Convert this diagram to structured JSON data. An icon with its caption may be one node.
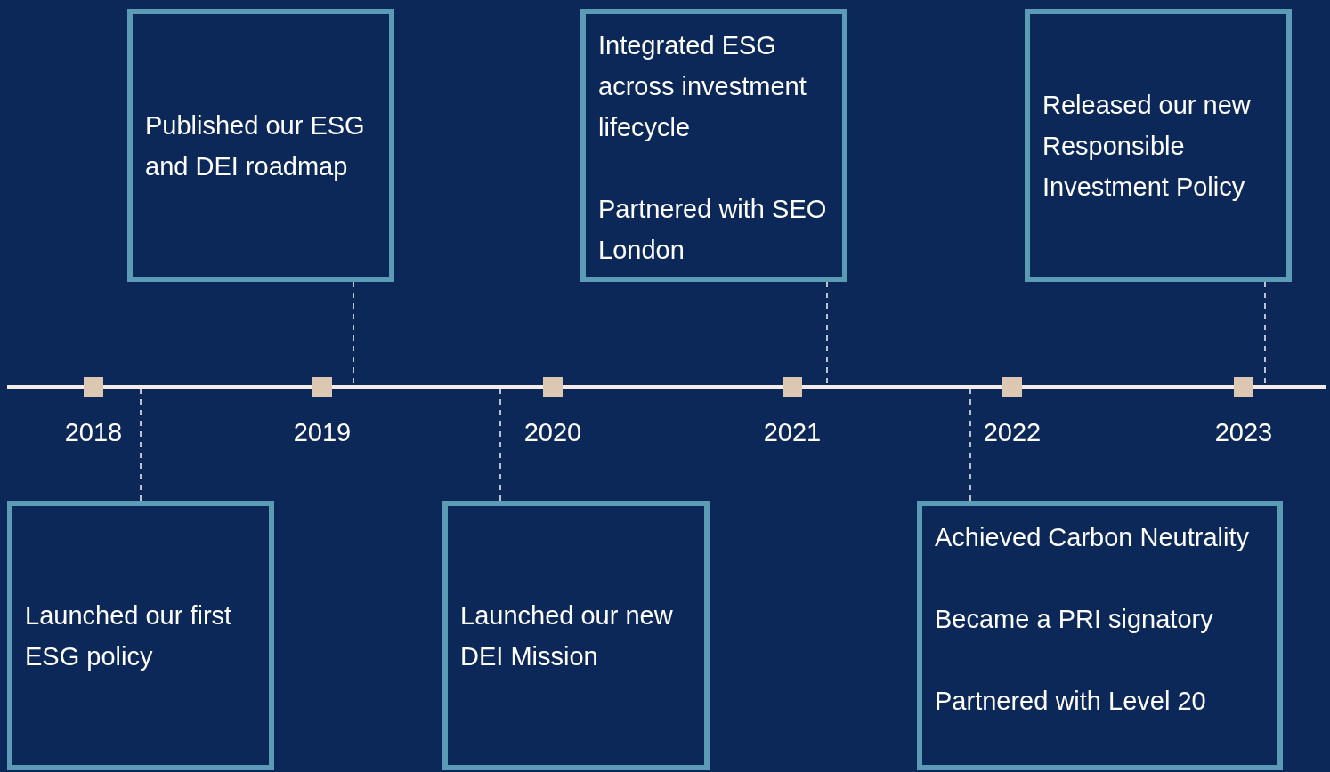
{
  "diagram": {
    "nodes": [
      {
        "text": [
          "Launched our first ESG policy"
        ]
      },
      {
        "text": [
          "Published our ESG and DEI roadmap"
        ]
      },
      {
        "text": [
          "Launched our new DEI Mission"
        ]
      },
      {
        "text": [
          "Integrated ESG across investment lifecycle",
          "Partnered with SEO London"
        ]
      },
      {
        "text": [
          "Achieved Carbon Neutrality",
          "Became a PRI signatory",
          "Partnered with Level 20"
        ]
      },
      {
        "text": [
          "Released our new Responsible Investment Policy"
        ]
      }
    ],
    "edges": [
      {
        "from": 0,
        "to": null,
        "arrow": "none",
        "style": "dashed"
      },
      {
        "from": 1,
        "to": null,
        "arrow": "none",
        "style": "dashed"
      },
      {
        "from": 2,
        "to": null,
        "arrow": "none",
        "style": "dashed"
      },
      {
        "from": 3,
        "to": null,
        "arrow": "none",
        "style": "dashed"
      },
      {
        "from": 4,
        "to": null,
        "arrow": "none",
        "style": "dashed"
      },
      {
        "from": 5,
        "to": null,
        "arrow": "none",
        "style": "dashed"
      }
    ],
    "labels": [
      "2018",
      "2019",
      "2020",
      "2021",
      "2022",
      "2023"
    ]
  }
}
